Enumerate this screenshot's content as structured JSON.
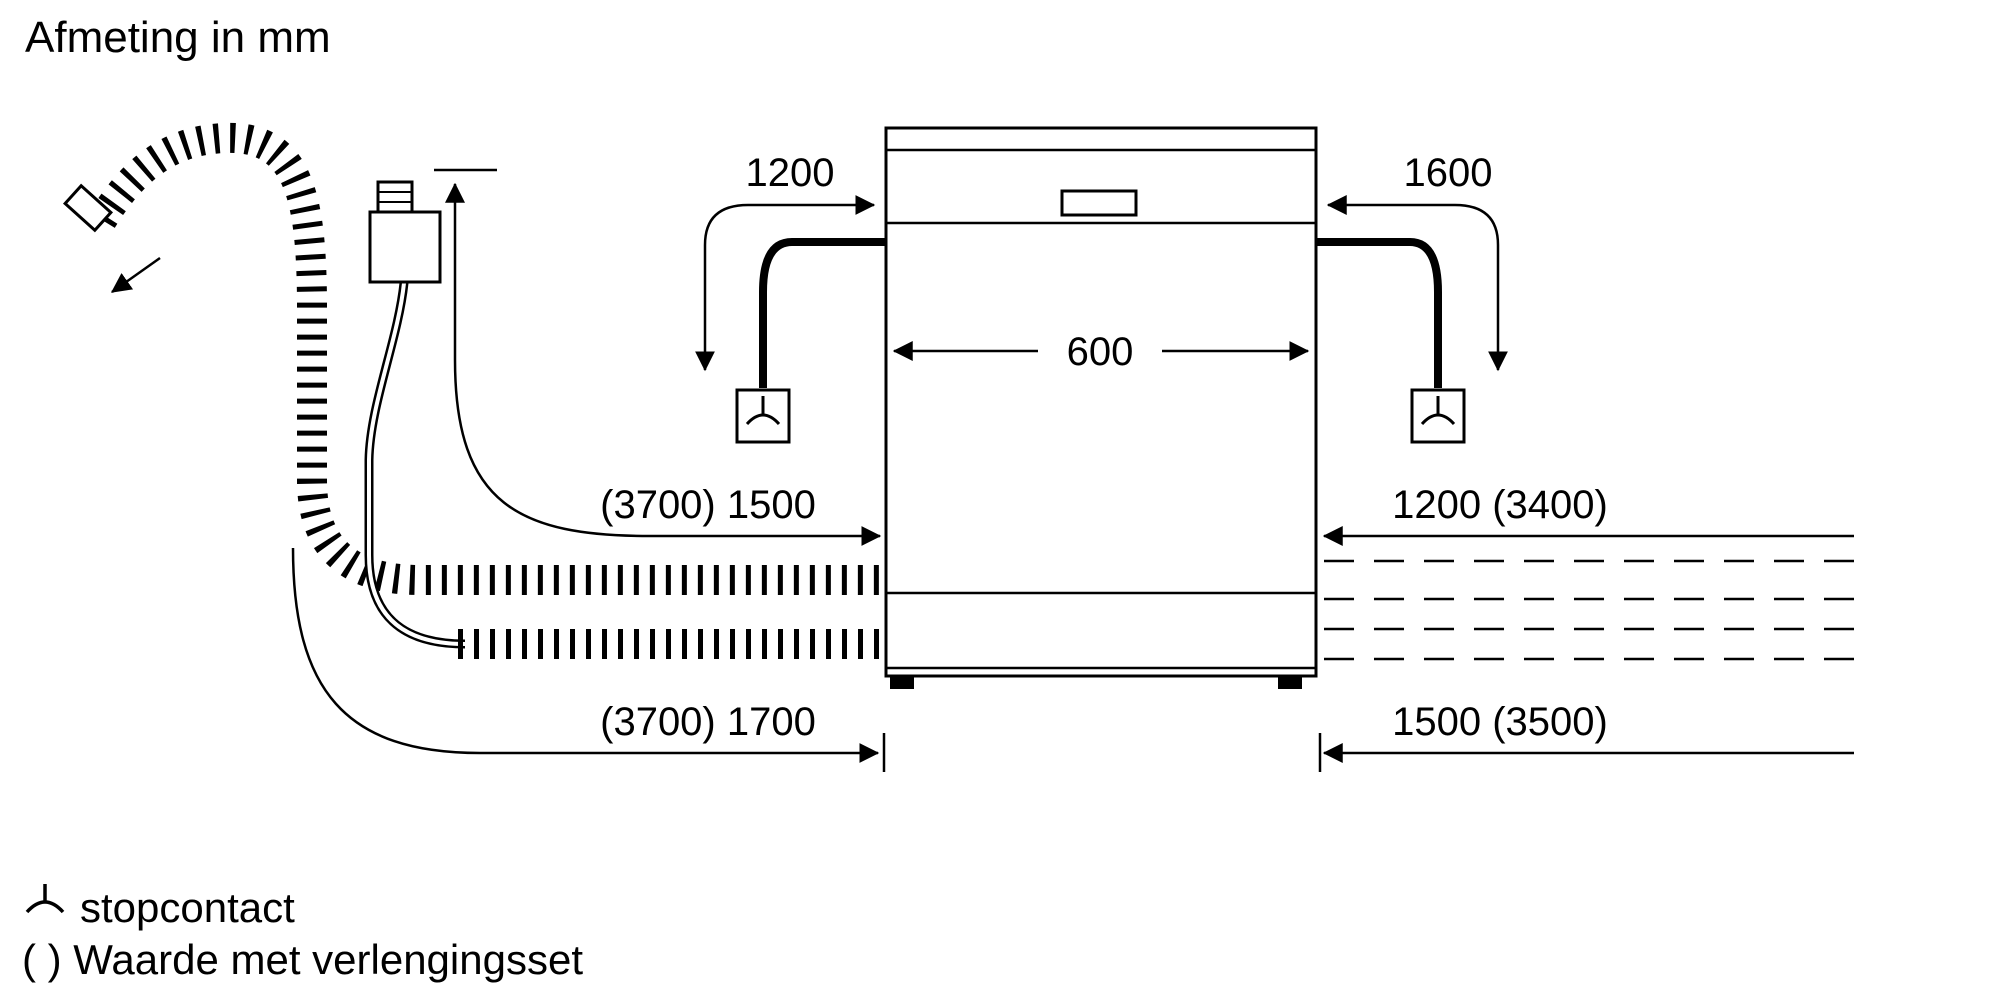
{
  "title": "Afmeting in mm",
  "dimensions": {
    "power_cord_left": "1200",
    "power_cord_right": "1600",
    "appliance_width": "600",
    "supply_hose_left": "(3700) 1500",
    "drain_hose_left": "(3700) 1700",
    "hose_right_top": "1200 (3400)",
    "hose_right_bottom": "1500 (3500)"
  },
  "legend": {
    "socket_label": "stopcontact",
    "extension_note": "( ) Waarde met verlengingsset"
  },
  "colors": {
    "ink": "#000000",
    "paper": "#ffffff"
  }
}
